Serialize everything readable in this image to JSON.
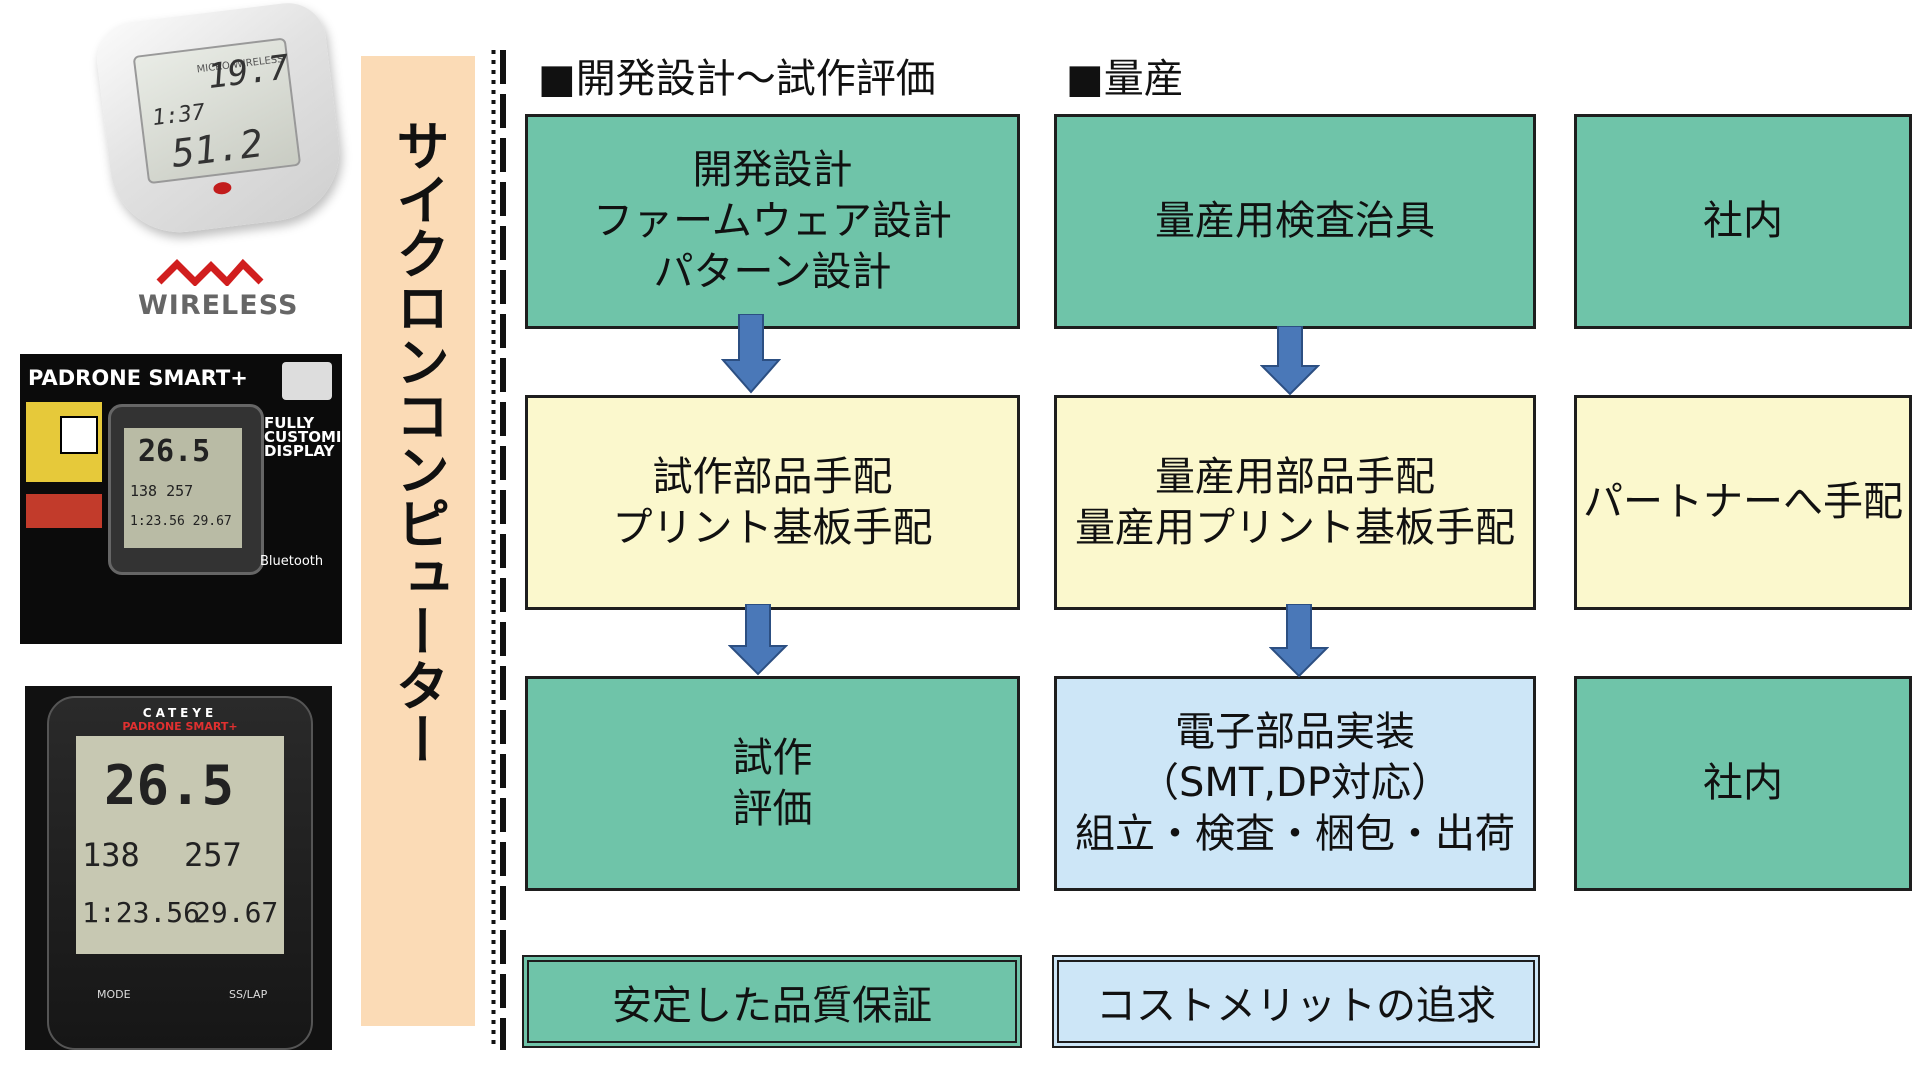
{
  "images": {
    "device1": {
      "brand": "MICRO WIRELESS",
      "speed": "19.7",
      "time": "1:37",
      "distance": "51.2",
      "logo_text": "WIRELESS"
    },
    "package": {
      "title": "PADRONE SMART+",
      "speed": "26.5",
      "row1": "138 257",
      "row2": "1:23.56 29.67",
      "feature": "FULLY CUSTOMIZABLE DISPLAY",
      "bluetooth": "Bluetooth"
    },
    "device3": {
      "brand": "CATEYE",
      "model": "PADRONE SMART+",
      "speed": "26.5",
      "heart_rate": "138",
      "power": "257",
      "elapsed": "1:23.56",
      "distance": "29.67",
      "mode": "MODE",
      "lap": "SS/LAP"
    }
  },
  "vertical_title": "サイクロンコンピューター",
  "headers": {
    "dev": "■開発設計～試作評価",
    "mass": "■量産"
  },
  "rows": [
    {
      "dev": "開発設計\nファームウェア設計\nパターン設計",
      "mass": "量産用検査治具",
      "owner": "社内"
    },
    {
      "dev": "試作部品手配\nプリント基板手配",
      "mass": "量産用部品手配\n量産用プリント基板手配",
      "owner": "パートナーへ手配"
    },
    {
      "dev": "試作\n評価",
      "mass": "電子部品実装\n（SMT,DP対応）\n組立・検査・梱包・出荷",
      "owner": "社内"
    }
  ],
  "summary": {
    "dev": "安定した品質保証",
    "mass": "コストメリットの追求"
  },
  "colors": {
    "green": "#6fc4a9",
    "yellow": "#fbf8cd",
    "blue": "#cde6f7",
    "arrow": "#4a78b8",
    "band": "#fbdbb6"
  }
}
